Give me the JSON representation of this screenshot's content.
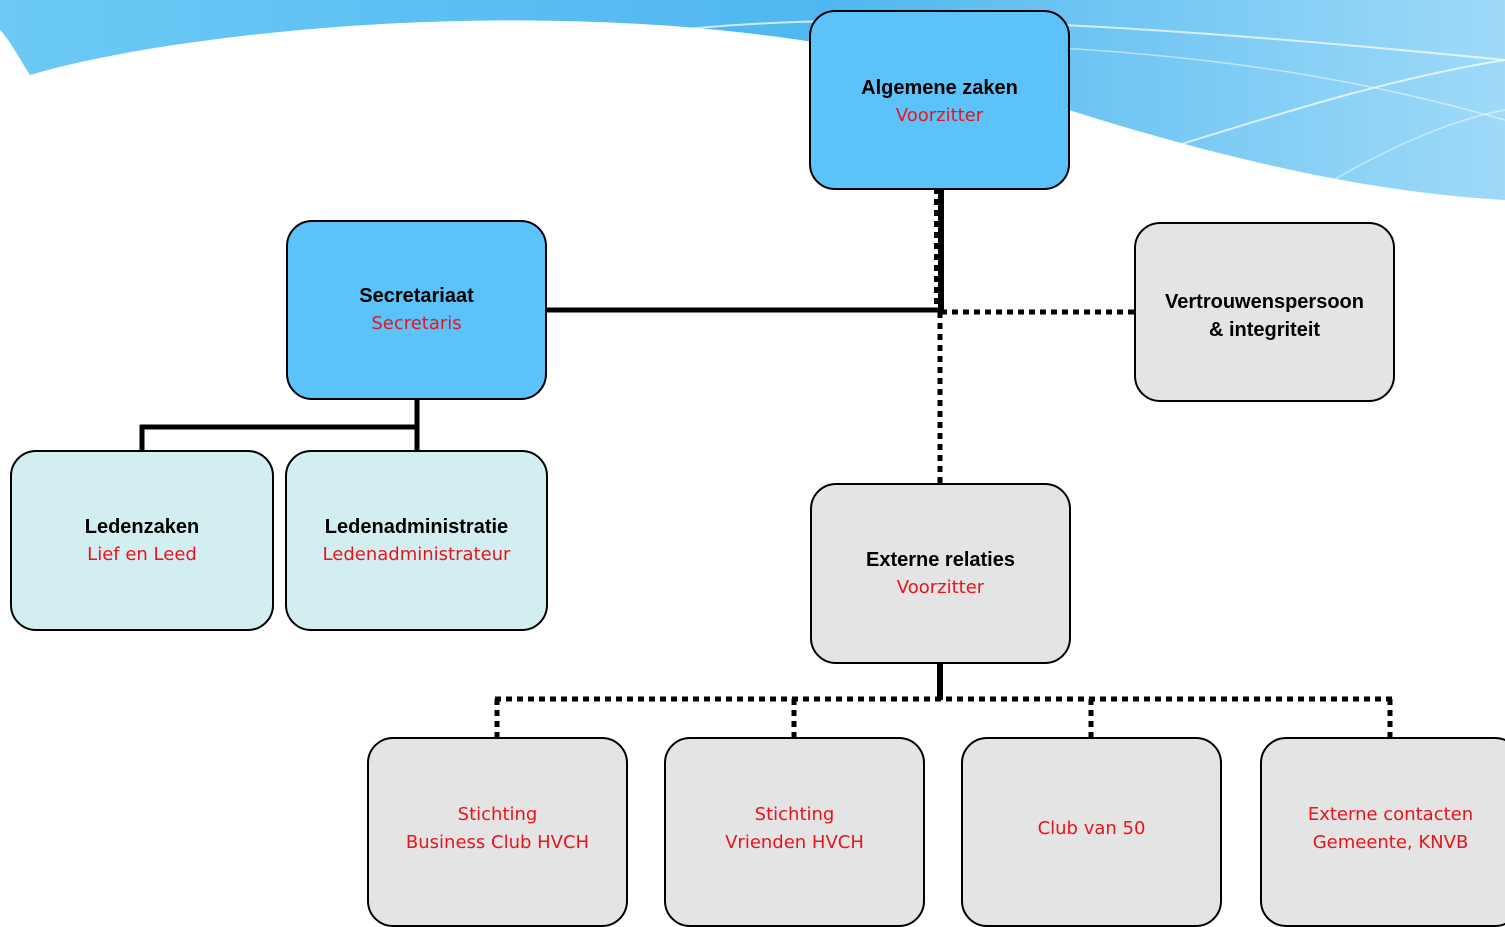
{
  "colors": {
    "primary_box": "#5bc3fa",
    "secondary_box": "#d3eef0",
    "neutral_box": "#e4e4e4",
    "role_text": "#e8141c",
    "banner_wave": "#4fb7f0"
  },
  "nodes": {
    "algemene_zaken": {
      "title": "Algemene zaken",
      "role": "Voorzitter"
    },
    "secretariaat": {
      "title": "Secretariaat",
      "role": "Secretaris"
    },
    "vertrouwenspersoon": {
      "title_line1": "Vertrouwenspersoon",
      "title_line2": "& integriteit"
    },
    "ledenzaken": {
      "title": "Ledenzaken",
      "role": "Lief en Leed"
    },
    "ledenadministratie": {
      "title": "Ledenadministratie",
      "role": "Ledenadministrateur"
    },
    "externe_relaties": {
      "title": "Externe relaties",
      "role": "Voorzitter"
    },
    "business_club": {
      "line1": "Stichting",
      "line2": "Business Club HVCH"
    },
    "vrienden": {
      "line1": "Stichting",
      "line2": "Vrienden HVCH"
    },
    "club_van_50": {
      "line1": "Club van 50"
    },
    "externe_contacten": {
      "line1": "Externe contacten",
      "line2": "Gemeente, KNVB"
    }
  }
}
